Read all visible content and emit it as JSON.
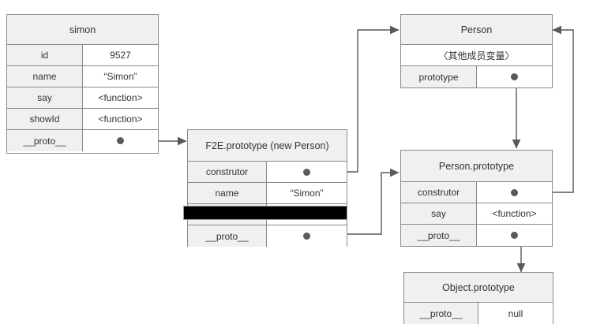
{
  "diagram": {
    "title": "JavaScript prototype chain diagram",
    "line_color": "#595959",
    "header_fill": "#f0f0f0",
    "border_color": "#8a8a8a",
    "redaction_color": "#000000"
  },
  "boxes": {
    "simon": {
      "header": "simon",
      "rows": [
        {
          "key": "id",
          "value": "9527"
        },
        {
          "key": "name",
          "value": "“Simon”"
        },
        {
          "key": "say",
          "value": "<function>"
        },
        {
          "key": "showId",
          "value": "<function>"
        },
        {
          "key": "__proto__",
          "value": "",
          "pointer": true
        }
      ]
    },
    "f2e_prototype": {
      "header": "F2E.prototype (new Person)",
      "rows": [
        {
          "key": "construtor",
          "value": "",
          "pointer": true
        },
        {
          "key": "name",
          "value": "“Simon”"
        },
        {
          "key": "",
          "value": "",
          "redacted": true
        },
        {
          "key": "__proto__",
          "value": "",
          "pointer": true
        }
      ]
    },
    "person": {
      "header": "Person",
      "full_row": "〈其他成员变量〉",
      "rows": [
        {
          "key": "prototype",
          "value": "",
          "pointer": true
        }
      ]
    },
    "person_prototype": {
      "header": "Person.prototype",
      "rows": [
        {
          "key": "construtor",
          "value": "",
          "pointer": true
        },
        {
          "key": "say",
          "value": "<function>"
        },
        {
          "key": "__proto__",
          "value": "",
          "pointer": true
        }
      ]
    },
    "object_prototype": {
      "header": "Object.prototype",
      "rows": [
        {
          "key": "__proto__",
          "value": "null"
        }
      ]
    }
  },
  "connections": [
    {
      "name": "simon-proto-to-f2e-prototype",
      "from": "simon.__proto__",
      "to": "F2E.prototype (new Person)"
    },
    {
      "name": "f2e-construtor-to-person",
      "from": "F2E.prototype.construtor",
      "to": "Person"
    },
    {
      "name": "f2e-proto-to-person-prototype",
      "from": "F2E.prototype.__proto__",
      "to": "Person.prototype"
    },
    {
      "name": "person-prototype-to-person-prototype-box",
      "from": "Person.prototype",
      "to": "Person.prototype"
    },
    {
      "name": "person-prototype-construtor-to-person",
      "from": "Person.prototype.construtor",
      "to": "Person"
    },
    {
      "name": "person-prototype-proto-to-object-prototype",
      "from": "Person.prototype.__proto__",
      "to": "Object.prototype"
    }
  ]
}
